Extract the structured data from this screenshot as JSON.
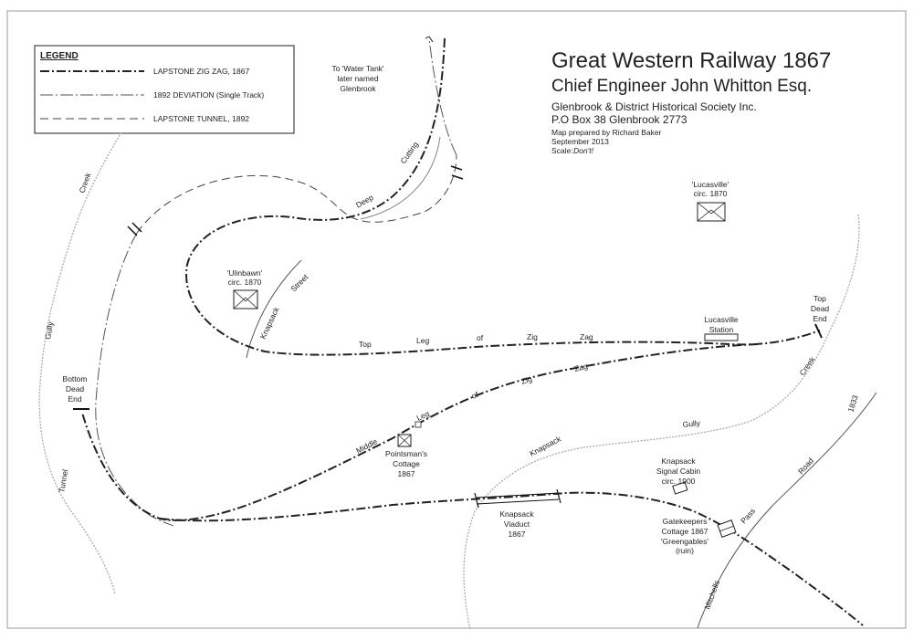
{
  "legend": {
    "heading": "LEGEND",
    "items": [
      {
        "label": "LAPSTONE ZIG ZAG, 1867",
        "style": "dash-dot"
      },
      {
        "label": "1892 DEVIATION (Single Track)",
        "style": "long-dash-dot"
      },
      {
        "label": "LAPSTONE TUNNEL, 1892",
        "style": "dashed"
      }
    ]
  },
  "title_block": {
    "title": "Great Western Railway 1867",
    "subtitle": "Chief Engineer John Whitton Esq.",
    "org_line1": "Glenbrook & District Historical Society Inc.",
    "org_line2": "P.O Box 38 Glenbrook 2773",
    "prepared_by": "Map prepared by Richard Baker",
    "date": "September 2013",
    "scale_label": "Scale:",
    "scale_value": "Don't!"
  },
  "labels": {
    "to_water_tank_1": "To 'Water Tank'",
    "to_water_tank_2": "later named",
    "to_water_tank_3": "Glenbrook",
    "cutting": "Cutting",
    "deep": "Deep",
    "creek_left": "Creek",
    "gully_left": "Gully",
    "tunnel": "Tunnel",
    "lucasville_name": "'Lucasville'",
    "lucasville_circ": "circ. 1870",
    "ulinbawn_name": "'Ulinbawn'",
    "ulinbawn_circ": "circ. 1870",
    "street": "Street",
    "knapsack_st": "Knapsack",
    "top_dead_end_1": "Top",
    "top_dead_end_2": "Dead",
    "top_dead_end_3": "End",
    "lucasville_station_1": "Lucasville",
    "lucasville_station_2": "Station",
    "top_leg": [
      "Top",
      "Leg",
      "of",
      "Zig",
      "Zag"
    ],
    "middle_leg": [
      "Middle",
      "Leg",
      "of",
      "Zig",
      "Zag"
    ],
    "bottom_dead_end_1": "Bottom",
    "bottom_dead_end_2": "Dead",
    "bottom_dead_end_3": "End",
    "pointsman_1": "Pointsman's",
    "pointsman_2": "Cottage",
    "pointsman_3": "1867",
    "creek_right": "Creek",
    "gully_right": "Gully",
    "knapsack_gully": "Knapsack",
    "year_1833": "1833",
    "road": "Road",
    "signal_1": "Knapsack",
    "signal_2": "Signal Cabin",
    "signal_3": "circ. 1900",
    "viaduct_1": "Knapsack",
    "viaduct_2": "Viaduct",
    "viaduct_3": "1867",
    "gatekeepers_1": "Gatekeepers",
    "gatekeepers_2": "Cottage 1867",
    "gatekeepers_3": "'Greengables'",
    "gatekeepers_4": "(ruin)",
    "pass": "Pass",
    "mitchells": "Mitchells"
  }
}
